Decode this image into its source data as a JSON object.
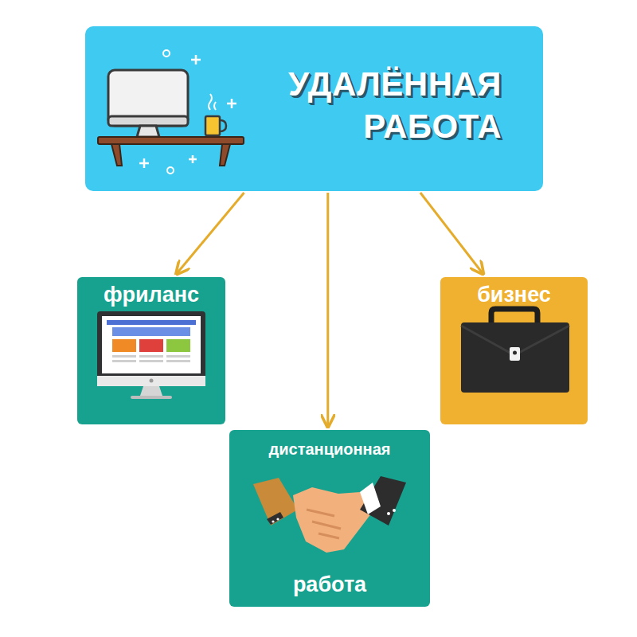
{
  "diagram": {
    "nodes": [
      {
        "text": [
          "УДАЛЁННАЯ РАБОТА"
        ]
      },
      {
        "text": [
          "фриланс"
        ]
      },
      {
        "text": [
          "бизнес"
        ]
      },
      {
        "text": [
          "дистанционная",
          "работа"
        ]
      }
    ],
    "edges": [
      {
        "from": 0,
        "to": 1,
        "arrow": "to"
      },
      {
        "from": 0,
        "to": 3,
        "arrow": "to"
      },
      {
        "from": 0,
        "to": 2,
        "arrow": "to"
      }
    ]
  }
}
